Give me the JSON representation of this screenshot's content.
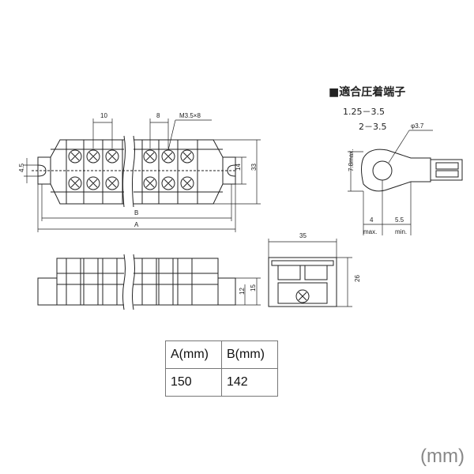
{
  "top_view": {
    "dim_pitch": "10",
    "dim_pitch2": "8",
    "screw_spec": "M3.5×8",
    "dim_hole": "4.5",
    "dim_inner_height": "14",
    "dim_outer_height": "33",
    "dim_B": "B",
    "dim_A": "A"
  },
  "side_view": {
    "dim_h1": "12",
    "dim_h2": "15"
  },
  "end_view": {
    "dim_width": "35",
    "dim_height": "26"
  },
  "terminal": {
    "title": "■適合圧着端子",
    "spec1": "1.25－3.5",
    "spec2": "2－3.5",
    "dia": "φ3.7",
    "max_height": "7.8max.",
    "dim_4": "4",
    "dim_max": "max.",
    "dim_55": "5.5",
    "dim_min": "min."
  },
  "table": {
    "header_a": "A(mm)",
    "header_b": "B(mm)",
    "value_a": "150",
    "value_b": "142"
  },
  "unit": "(mm)"
}
